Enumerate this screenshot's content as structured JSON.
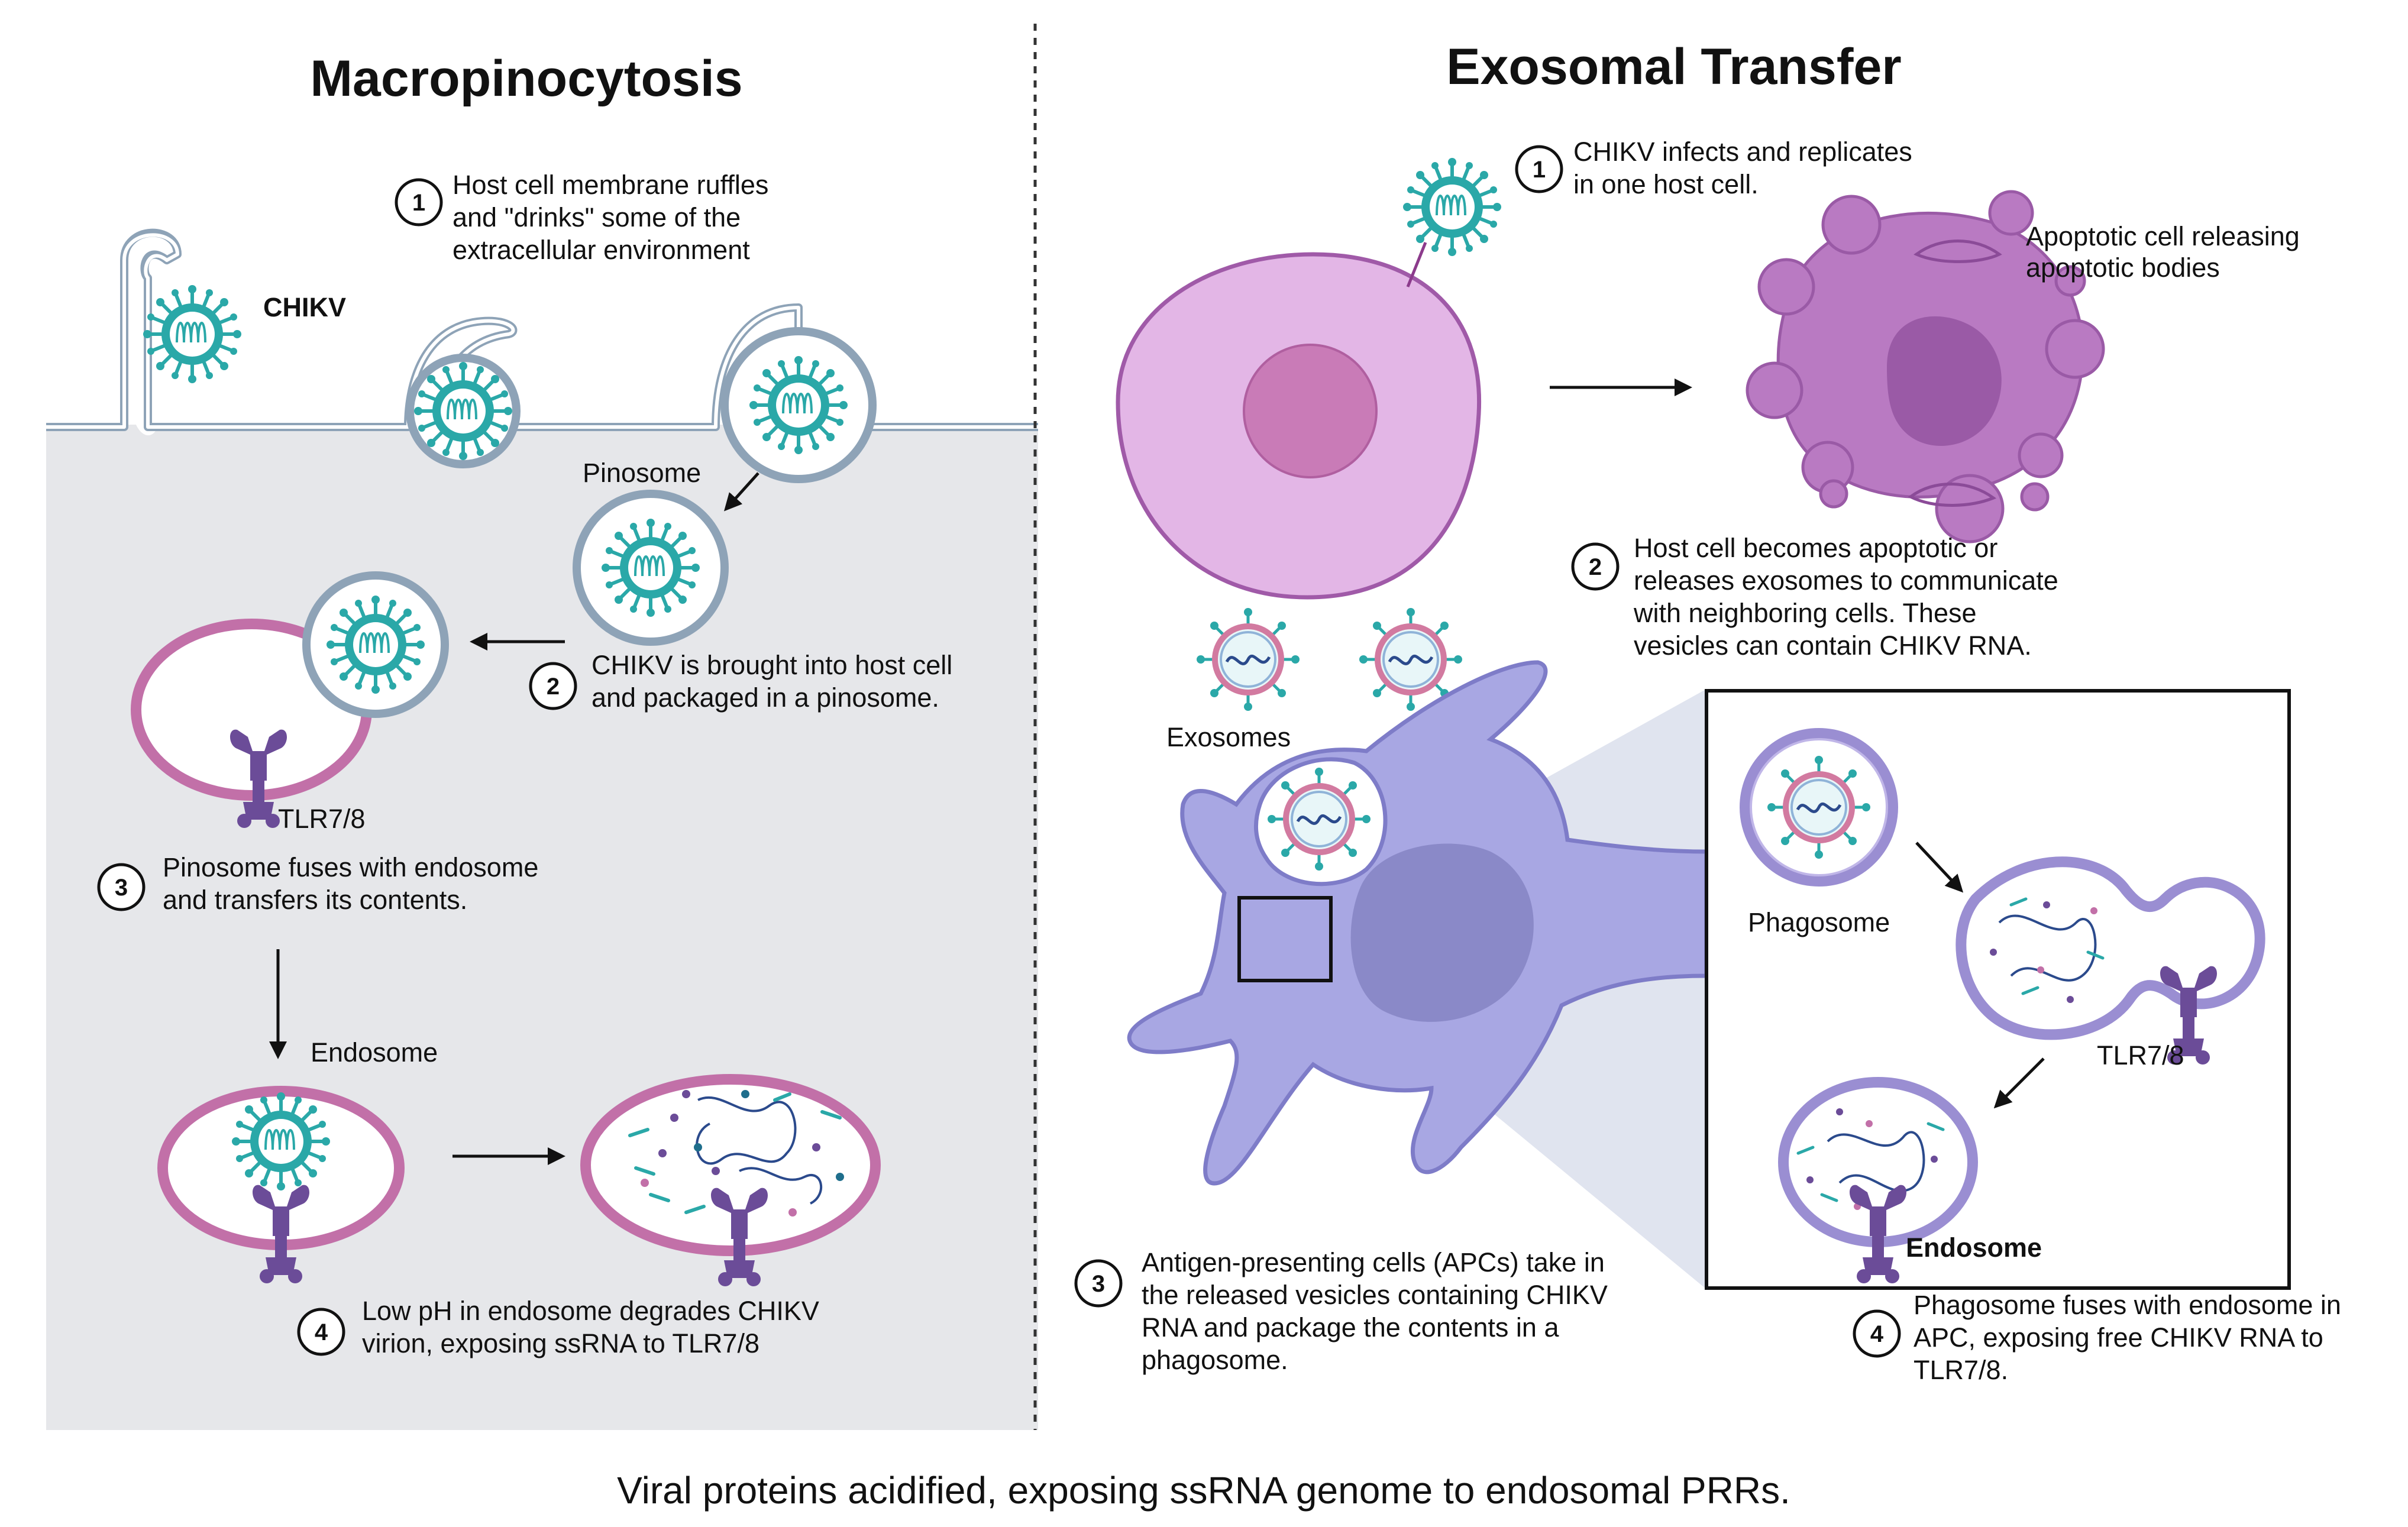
{
  "left_panel": {
    "title": "Macropinocytosis",
    "steps": [
      {
        "num": "1",
        "lines": [
          "Host cell membrane ruffles",
          "and \"drinks\" some of the",
          "extracellular environment"
        ]
      },
      {
        "num": "2",
        "lines": [
          "CHIKV is brought into host cell",
          "and packaged in a pinosome."
        ]
      },
      {
        "num": "3",
        "lines": [
          "Pinosome fuses with endosome",
          "and transfers its contents."
        ]
      },
      {
        "num": "4",
        "lines": [
          "Low pH in endosome degrades CHIKV",
          "virion, exposing ssRNA to TLR7/8"
        ]
      }
    ],
    "labels": {
      "chikv": "CHIKV",
      "pinosome": "Pinosome",
      "tlr": "TLR7/8",
      "endosome": "Endosome"
    }
  },
  "right_panel": {
    "title": "Exosomal Transfer",
    "steps": [
      {
        "num": "1",
        "lines": [
          "CHIKV infects and replicates",
          "in one host cell."
        ]
      },
      {
        "num": "2",
        "lines": [
          "Host cell becomes apoptotic or",
          "releases exosomes to communicate",
          "with neighboring cells. These",
          "vesicles can contain CHIKV RNA."
        ]
      },
      {
        "num": "3",
        "lines": [
          "Antigen-presenting cells (APCs) take in",
          "the released vesicles containing CHIKV",
          "RNA and package the contents in a",
          "phagosome."
        ]
      },
      {
        "num": "4",
        "lines": [
          "Phagosome fuses with endosome in",
          "APC, exposing free CHIKV RNA to",
          "TLR7/8."
        ]
      }
    ],
    "labels": {
      "apoptotic": [
        "Apoptotic cell releasing",
        "apoptotic bodies"
      ],
      "exosomes": "Exosomes",
      "phagosome": "Phagosome",
      "tlr": "TLR7/8",
      "endosome": "Endosome"
    }
  },
  "caption": "Viral proteins acidified, exposing ssRNA genome to endosomal PRRs.",
  "colors": {
    "virus_teal": "#2aa8a8",
    "endosome_pink": "#c270a8",
    "tlr_purple": "#6b4c98",
    "host_cell_pink": "#e3b6e6",
    "apc_lavender": "#a8a7e3",
    "apoptotic_purple": "#b97ac2",
    "panel_gray": "#e6e7ea"
  }
}
